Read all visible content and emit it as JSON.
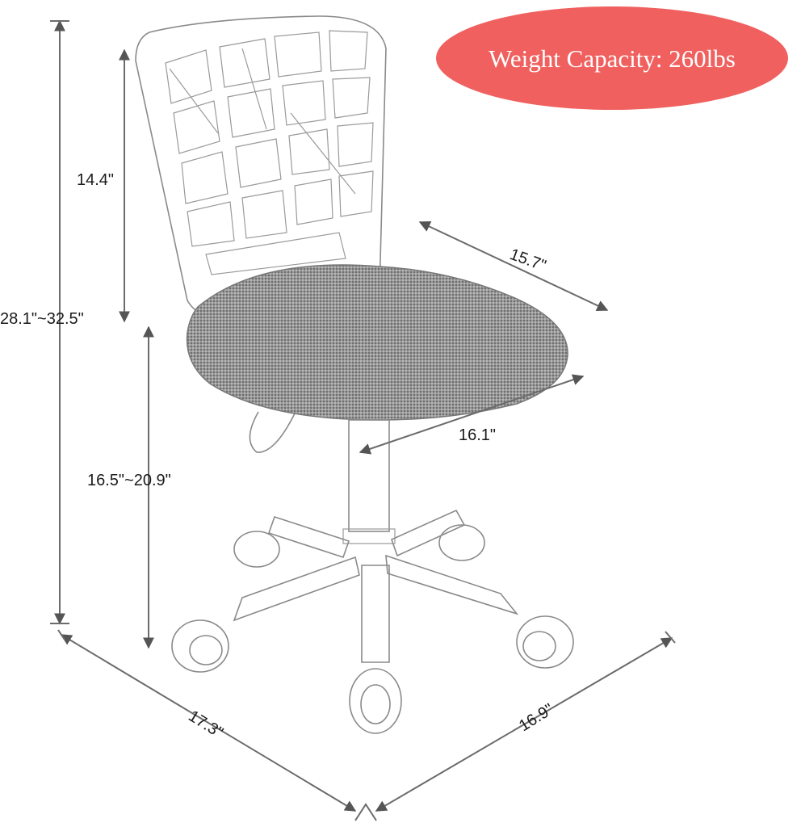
{
  "badge": {
    "text": "Weight Capacity: 260lbs",
    "color": "#f0605f"
  },
  "dimensions": {
    "backrest_height": "14.4\"",
    "total_height": "28.1\"~32.5\"",
    "seat_height": "16.5\"~20.9\"",
    "seat_depth": "15.7\"",
    "seat_width": "16.1\"",
    "base_left": "17.3\"",
    "base_right": "16.9\""
  },
  "colors": {
    "seat": "#8d8d8d",
    "line": "#6b6b6b"
  }
}
